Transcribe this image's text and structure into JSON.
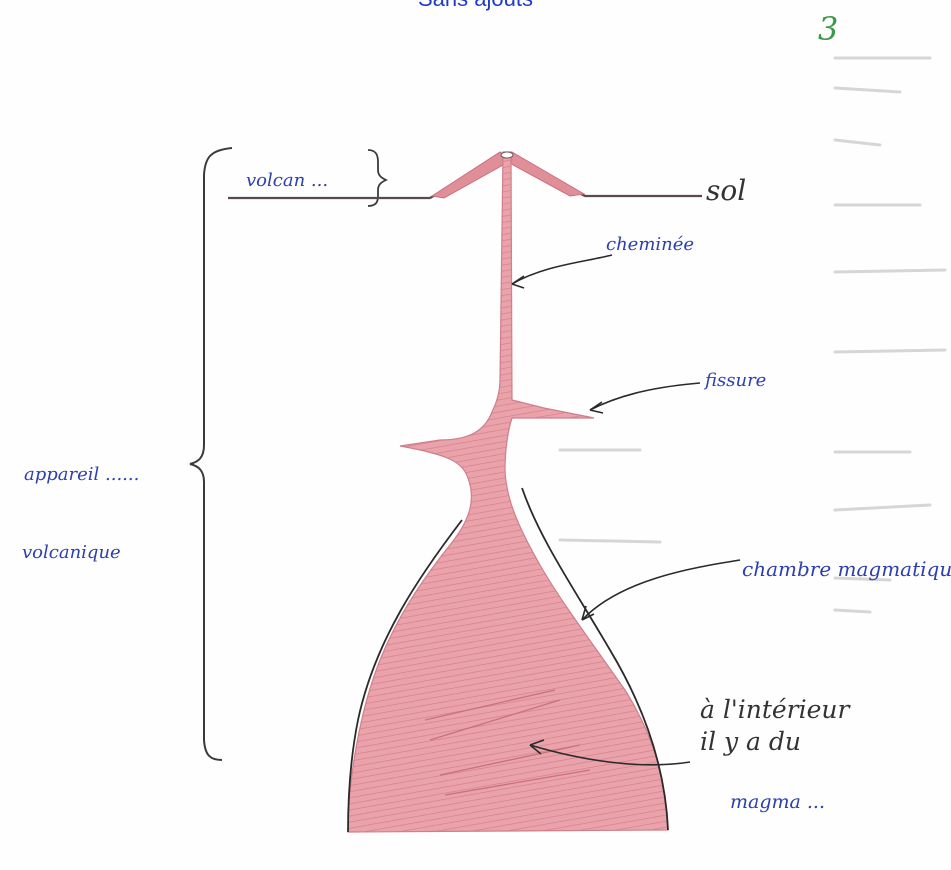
{
  "header": {
    "title": "Sans ajouts",
    "page_mark": "3"
  },
  "labels": {
    "volcan": "volcan ...",
    "sol": "sol",
    "cheminee": "cheminée",
    "fissure": "fissure",
    "appareil": "appareil ......",
    "volcanique": "volcanique",
    "chambre": "chambre magmatique",
    "interieur_line1": "à l'intérieur",
    "interieur_line2": "il y a du",
    "magma": "magma ..."
  },
  "colors": {
    "magma_fill": "#e9a2aa",
    "magma_stroke": "#c9707c",
    "ink_blue": "#2b3fb0",
    "ink_dark": "#333333",
    "page_number_green": "#3b9a4a"
  }
}
